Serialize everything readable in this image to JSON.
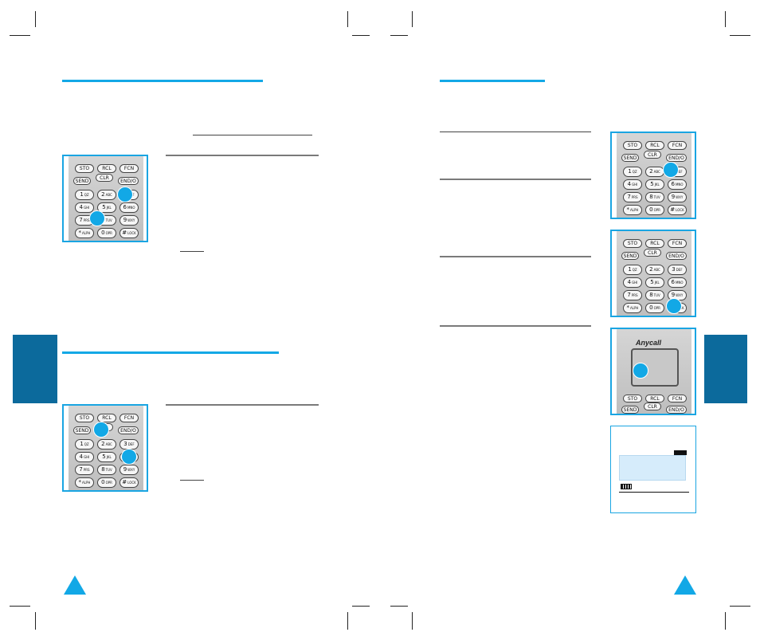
{
  "brand": {
    "accent_blue": "#13a8e6",
    "tab_blue": "#0c6a9c",
    "logo_text": "Anycall"
  },
  "keypad": {
    "function_keys": [
      "STO",
      "RCL",
      "FCN"
    ],
    "send": "SEND",
    "clr": "CLR",
    "end": "END/O",
    "digits": [
      {
        "n": "1",
        "sub": "QZ"
      },
      {
        "n": "2",
        "sub": "ABC"
      },
      {
        "n": "3",
        "sub": "DEF"
      },
      {
        "n": "4",
        "sub": "GHI"
      },
      {
        "n": "5",
        "sub": "JKL"
      },
      {
        "n": "6",
        "sub": "MNO"
      },
      {
        "n": "7",
        "sub": "PRS"
      },
      {
        "n": "8",
        "sub": "TUV"
      },
      {
        "n": "9",
        "sub": "WXY"
      },
      {
        "n": "*",
        "sub": "ALPH"
      },
      {
        "n": "0",
        "sub": "OPR"
      },
      {
        "n": "#",
        "sub": "LOCK"
      }
    ]
  },
  "icons": {
    "page_marker": "triangle-up-icon",
    "pointer": "pointer-arrow-icon",
    "battery": "battery-icon"
  }
}
